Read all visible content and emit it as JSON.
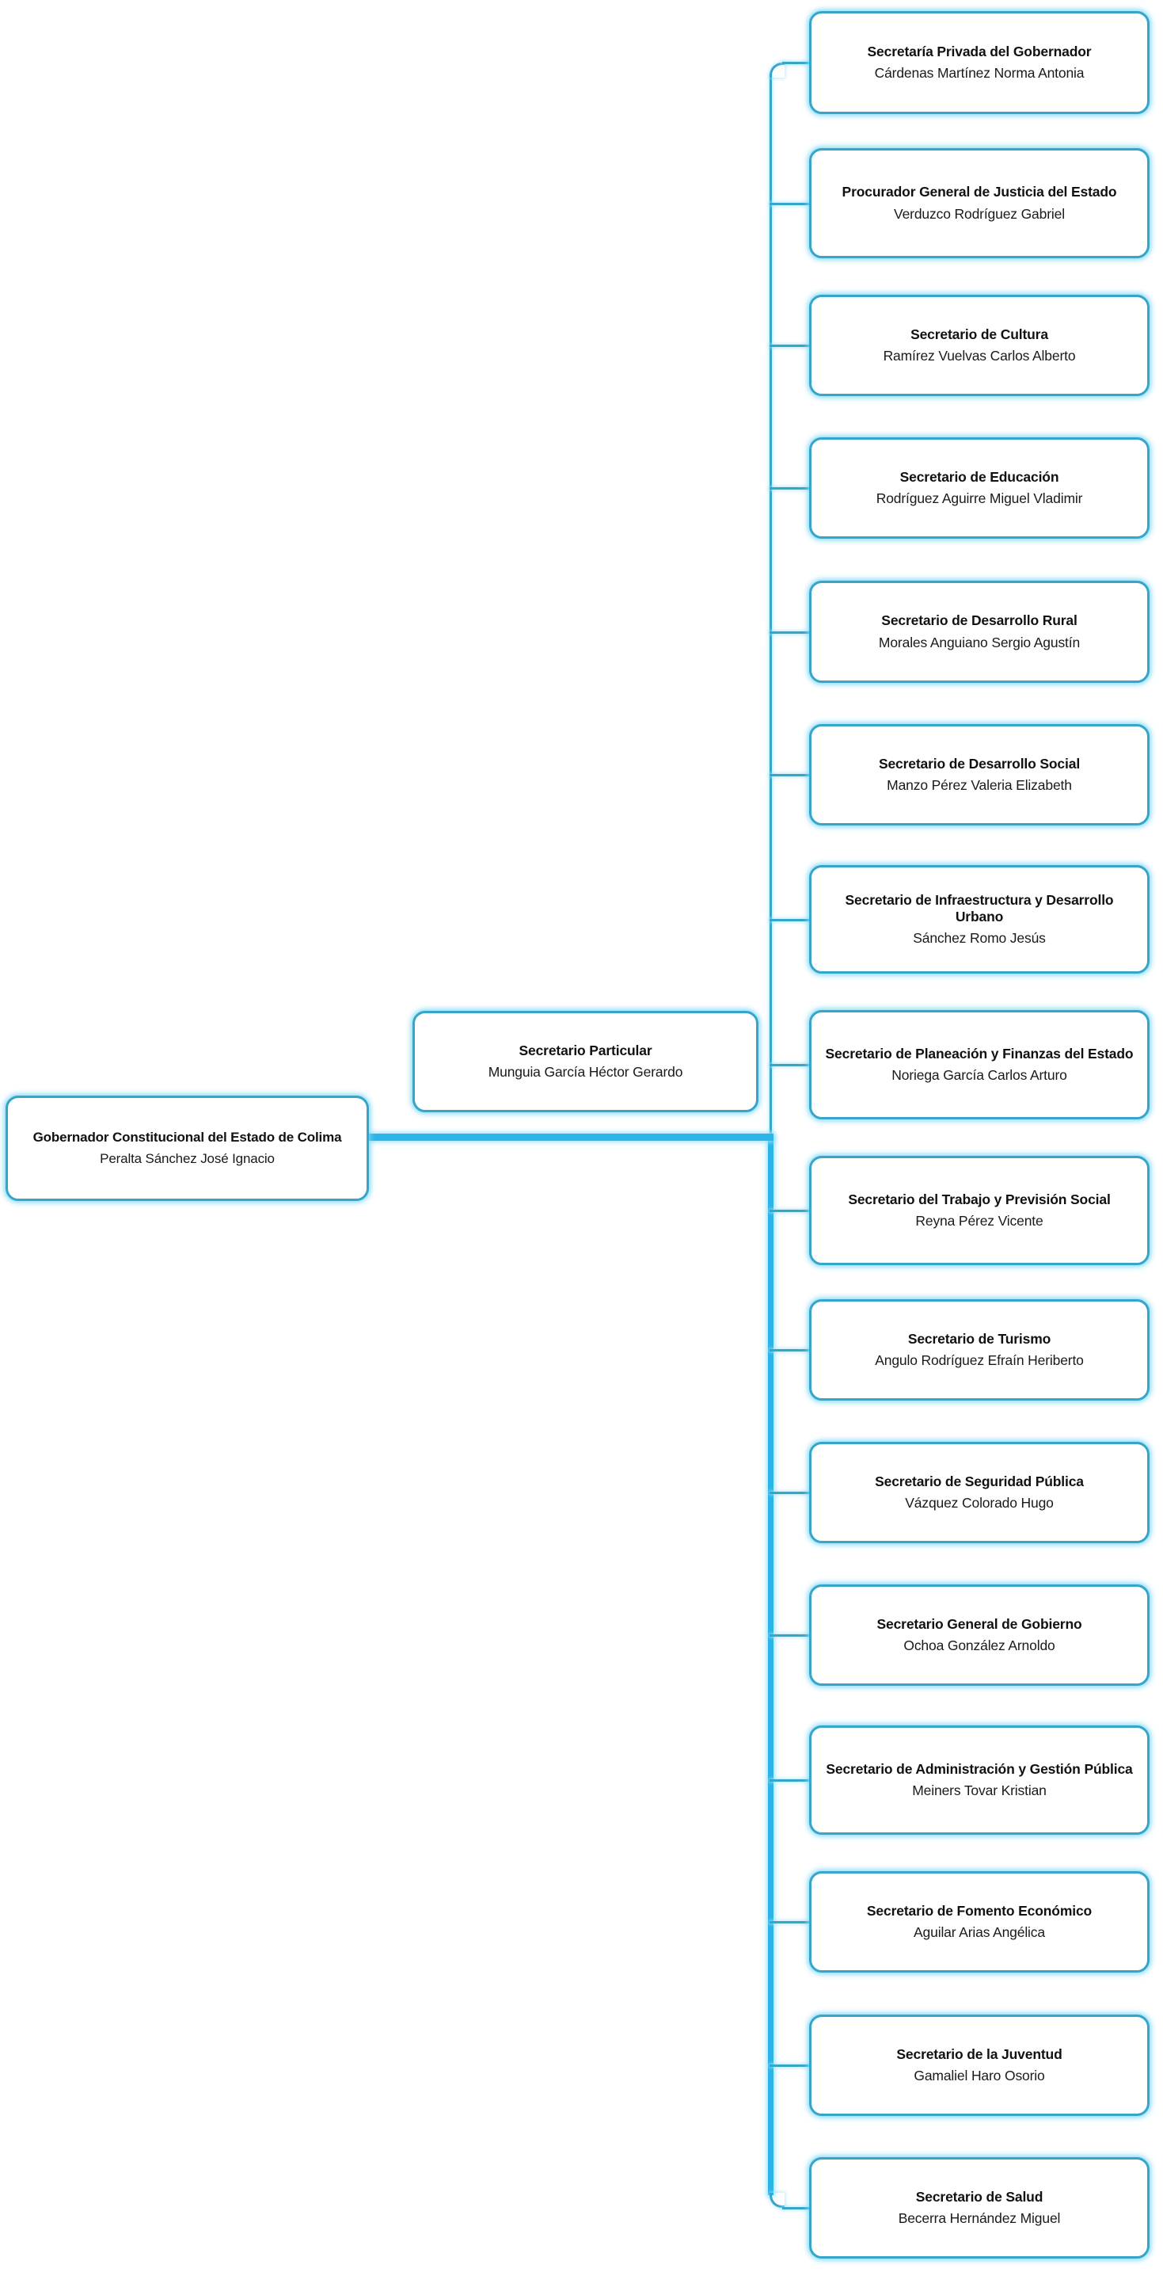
{
  "chart": {
    "type": "org-chart",
    "orientation": "horizontal-right",
    "accent_color": "#35A5C8",
    "trunk_color": "#2BB4E8",
    "node_background": "#FFFFFF",
    "text_color": "#111111",
    "background": "#FFFFFF"
  },
  "root": {
    "title": "Gobernador Constitucional del Estado de Colima",
    "person": "Peralta Sánchez José Ignacio"
  },
  "staff": {
    "title": "Secretario Particular",
    "person": "Munguia García Héctor Gerardo"
  },
  "branches": [
    {
      "title": "Secretaría Privada del Gobernador",
      "person": "Cárdenas  Martínez Norma Antonia"
    },
    {
      "title": "Procurador General de Justicia del Estado",
      "person": "Verduzco Rodríguez Gabriel"
    },
    {
      "title": "Secretario de Cultura",
      "person": "Ramírez Vuelvas Carlos Alberto"
    },
    {
      "title": "Secretario de Educación",
      "person": "Rodríguez Aguirre Miguel Vladimir"
    },
    {
      "title": "Secretario de Desarrollo Rural",
      "person": "Morales Anguiano Sergio Agustín"
    },
    {
      "title": "Secretario de Desarrollo Social",
      "person": "Manzo Pérez Valeria Elizabeth"
    },
    {
      "title": "Secretario de Infraestructura y Desarrollo Urbano",
      "person": "Sánchez Romo Jesús"
    },
    {
      "title": "Secretario de Planeación y Finanzas del Estado",
      "person": "Noriega García Carlos Arturo"
    },
    {
      "title": "Secretario del Trabajo y Previsión Social",
      "person": "Reyna Pérez Vicente"
    },
    {
      "title": "Secretario de Turismo",
      "person": "Angulo Rodríguez Efraín Heriberto"
    },
    {
      "title": "Secretario de Seguridad Pública",
      "person": "Vázquez Colorado Hugo"
    },
    {
      "title": "Secretario General de Gobierno",
      "person": "Ochoa González Arnoldo"
    },
    {
      "title": "Secretario de Administración y Gestión Pública",
      "person": "Meiners Tovar Kristian"
    },
    {
      "title": "Secretario de Fomento Económico",
      "person": "Aguilar Arias Angélica"
    },
    {
      "title": "Secretario de la Juventud",
      "person": "Gamaliel Haro Osorio"
    },
    {
      "title": "Secretario de Salud",
      "person": "Becerra Hernández Miguel"
    }
  ]
}
